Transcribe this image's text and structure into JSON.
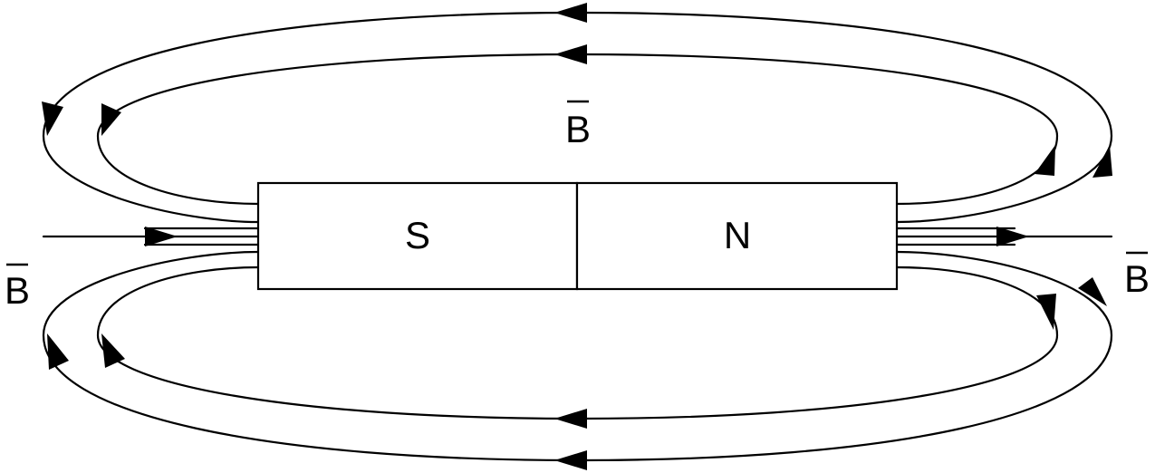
{
  "diagram": {
    "type": "bar magnet magnetic field lines",
    "line_color": "#000000",
    "background": "#ffffff",
    "magnet": {
      "south_label": "S",
      "north_label": "N"
    },
    "field_labels": {
      "top": "B",
      "left": "B",
      "right": "B"
    }
  }
}
